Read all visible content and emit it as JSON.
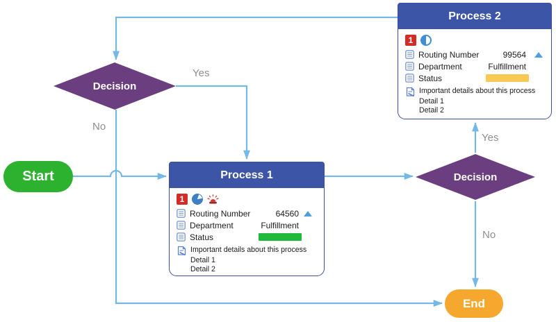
{
  "diagram": {
    "start": {
      "label": "Start"
    },
    "end": {
      "label": "End"
    },
    "decision_left": {
      "label": "Decision"
    },
    "decision_right": {
      "label": "Decision"
    },
    "process1": {
      "title": "Process 1",
      "badge": "1",
      "fields": [
        {
          "label": "Routing Number",
          "value": "64560"
        },
        {
          "label": "Department",
          "value": "Fulfillment"
        },
        {
          "label": "Status",
          "value": ""
        }
      ],
      "note": "Important details about this process",
      "details": [
        "Detail 1",
        "Detail 2"
      ]
    },
    "process2": {
      "title": "Process 2",
      "badge": "1",
      "fields": [
        {
          "label": "Routing Number",
          "value": "99564"
        },
        {
          "label": "Department",
          "value": "Fulfillment"
        },
        {
          "label": "Status",
          "value": ""
        }
      ],
      "note": "Important details about this process",
      "details": [
        "Detail 1",
        "Detail 2"
      ]
    },
    "edge_labels": {
      "decision_left_yes": "Yes",
      "decision_left_no": "No",
      "decision_right_yes": "Yes",
      "decision_right_no": "No"
    },
    "colors": {
      "connector": "#74B8E6",
      "process_header": "#3D55A7",
      "process_border": "#3A4DA0",
      "decision_fill": "#6B3E80",
      "start_fill": "#2DB230",
      "end_fill": "#F6A72D",
      "status_ok": "#1FB93C",
      "status_warning": "#F8C954",
      "badge_red": "#D42B27",
      "edge_label_gray": "#8E8E8E"
    }
  }
}
